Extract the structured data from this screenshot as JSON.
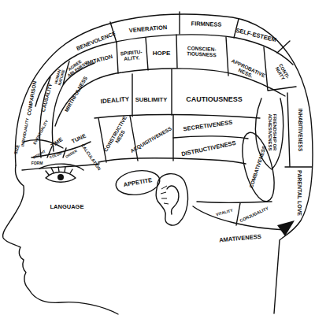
{
  "diagram": {
    "nodes": [
      {
        "text": [
          "BENEVOLENCE"
        ]
      },
      {
        "text": [
          "VENERATION"
        ]
      },
      {
        "text": [
          "FIRMNESS"
        ]
      },
      {
        "text": [
          "SELF-ESTEEM"
        ]
      },
      {
        "text": [
          "HUMAN NATURE"
        ]
      },
      {
        "text": [
          "AGREE ABLENESS"
        ]
      },
      {
        "text": [
          "IMITATION"
        ]
      },
      {
        "text": [
          "SPIRITU- ALITY."
        ]
      },
      {
        "text": [
          "HOPE"
        ]
      },
      {
        "text": [
          "CONSCIEN- TIOUSNESS"
        ]
      },
      {
        "text": [
          "APPROBATIVE NESS."
        ]
      },
      {
        "text": [
          "CONTI- NUITY"
        ]
      },
      {
        "text": [
          "COMPARISON"
        ]
      },
      {
        "text": [
          "CAUSALITY"
        ]
      },
      {
        "text": [
          "MIRTHFULNESS"
        ]
      },
      {
        "text": [
          "IDEALITY"
        ]
      },
      {
        "text": [
          "SUBLIMITY"
        ]
      },
      {
        "text": [
          "CAUTIOUSNESS"
        ]
      },
      {
        "text": [
          "INHABITIVENESS"
        ]
      },
      {
        "text": [
          "FRIENDSHIP OR ADHESIVENESS"
        ]
      },
      {
        "text": [
          "INDIVIDUALITY"
        ]
      },
      {
        "text": [
          "EVENTUALITY"
        ]
      },
      {
        "text": [
          "SIZE"
        ]
      },
      {
        "text": [
          "TIME"
        ]
      },
      {
        "text": [
          "TUNE"
        ]
      },
      {
        "text": [
          "CONSTRUCTIVE NESS"
        ]
      },
      {
        "text": [
          "ACQUISITIVENESS"
        ]
      },
      {
        "text": [
          "SECRETIVENESS"
        ]
      },
      {
        "text": [
          "DISTRUCTIVENESS"
        ]
      },
      {
        "text": [
          "COMBATIVENESS"
        ]
      },
      {
        "text": [
          "PARENTAL LOVE"
        ]
      },
      {
        "text": [
          "WEIGHT"
        ]
      },
      {
        "text": [
          "COLOR"
        ]
      },
      {
        "text": [
          "ORDER"
        ]
      },
      {
        "text": [
          "CALCULATION"
        ]
      },
      {
        "text": [
          "FORM"
        ]
      },
      {
        "text": [
          "APPETITE"
        ]
      },
      {
        "text": [
          "LANGUAGE"
        ]
      },
      {
        "text": [
          "VITALITY"
        ]
      },
      {
        "text": [
          "CONJUGALITY"
        ]
      },
      {
        "text": [
          "AMATIVENESS"
        ]
      }
    ]
  }
}
